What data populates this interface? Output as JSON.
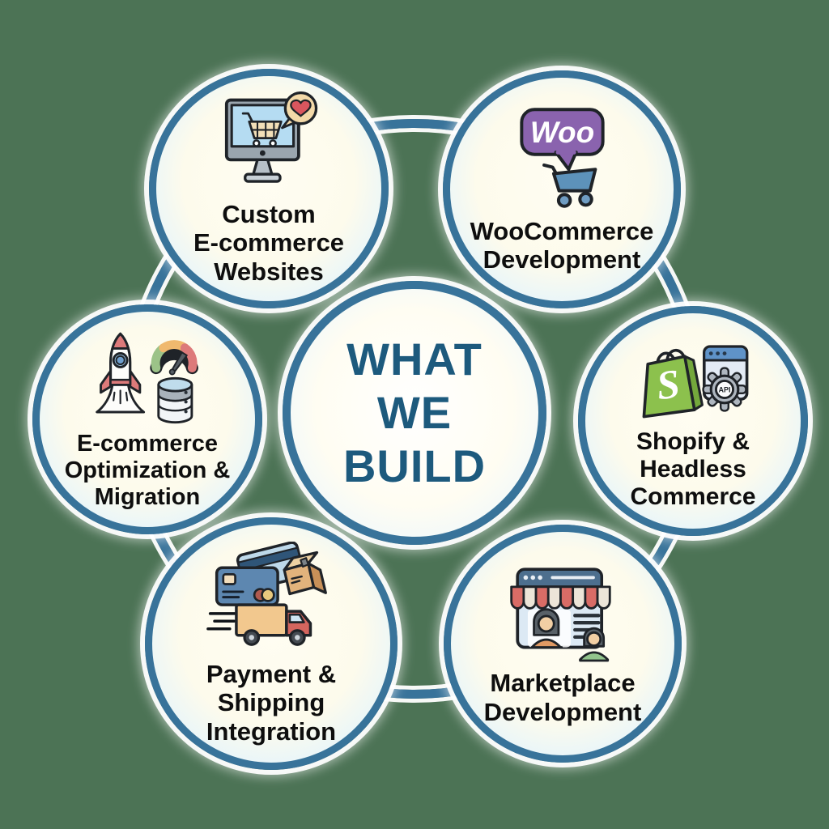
{
  "background_color": "#4c7355",
  "ring_color": "#38739a",
  "label_color": "#0e0e0e",
  "center": {
    "title": "WHAT\nWE\nBUILD",
    "text_color": "#1d5a7d"
  },
  "nodes": [
    {
      "id": "custom-ecommerce-websites",
      "label": "Custom\nE-commerce\nWebsites",
      "icon": "monitor-cart-heart-icon"
    },
    {
      "id": "woocommerce-development",
      "label": "WooCommerce\nDevelopment",
      "icon": "woo-speech-bubble-cart-icon",
      "bubble_text": "Woo"
    },
    {
      "id": "shopify-headless-commerce",
      "label": "Shopify &\nHeadless\nCommerce",
      "icon": "shopify-bag-api-gear-icon",
      "bag_letter": "S",
      "gear_text": "API"
    },
    {
      "id": "marketplace-development",
      "label": "Marketplace\nDevelopment",
      "icon": "storefront-sellers-icon"
    },
    {
      "id": "payment-shipping-integration",
      "label": "Payment &\nShipping\nIntegration",
      "icon": "credit-cards-parcel-truck-icon"
    },
    {
      "id": "ecommerce-optimization-migration",
      "label": "E-commerce\nOptimization &\nMigration",
      "icon": "rocket-speedometer-database-icon"
    }
  ],
  "icon_colors": {
    "outline": "#1f2328",
    "screen_blue": "#b5dcf2",
    "cream": "#f3d9a8",
    "heart_red": "#d9565e",
    "woo_purple": "#8a63ae",
    "cart_blue": "#5d92ba",
    "shopify_green": "#8cc14d",
    "gear_gray": "#aeb6bf",
    "awning_red": "#d96c66",
    "shirt_orange": "#e09a64",
    "shirt_green": "#92c48c",
    "card_blue": "#5d87b0",
    "box_tan": "#e2b37c",
    "truck_red": "#d4655e",
    "gauge_green": "#9cc388",
    "gauge_orange": "#f0b96e",
    "gauge_red": "#dd7a7a"
  }
}
